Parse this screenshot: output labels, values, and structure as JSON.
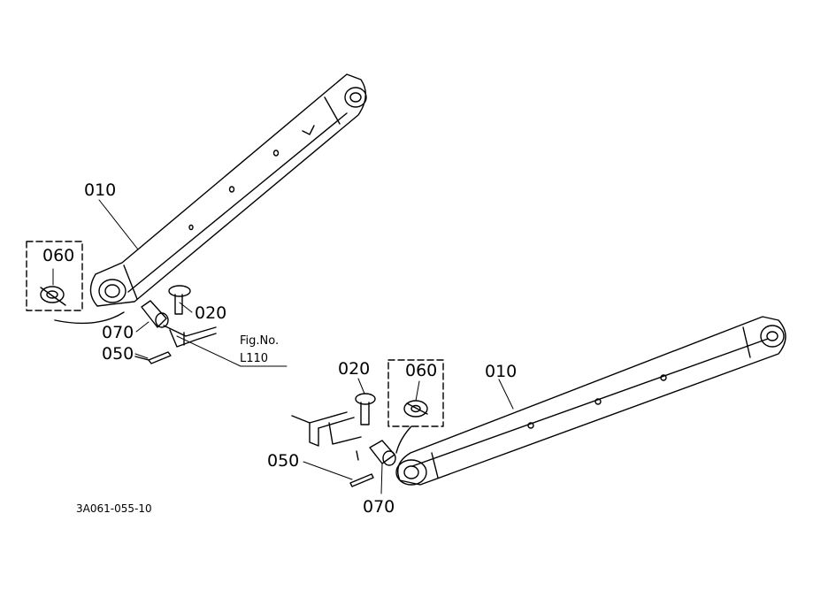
{
  "labels": {
    "arm_upper": "010",
    "arm_lower": "010",
    "washer_upper": "060",
    "washer_lower": "060",
    "pin_upper": "020",
    "pin_lower": "020",
    "bushing_upper": "070",
    "bushing_lower": "070",
    "cotter_upper": "050",
    "cotter_lower": "050",
    "fig_label": "Fig.No.",
    "fig_ref": "L110",
    "drawing_code": "3A061-055-10"
  }
}
